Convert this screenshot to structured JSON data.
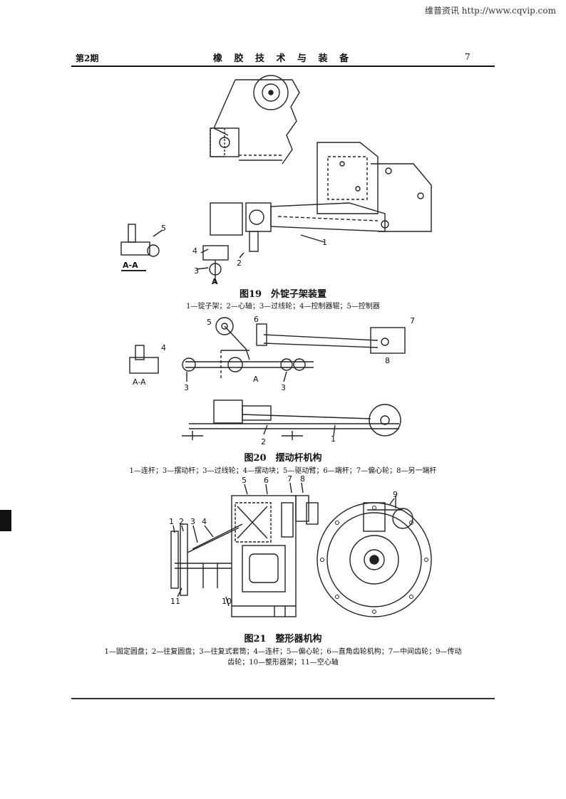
{
  "watermark": "维普资讯 http://www.cqvip.com",
  "header": {
    "issue": "第2期",
    "journal": "橡 胶 技 术 与 装 备",
    "page_number": "7"
  },
  "figures": [
    {
      "caption": "图19　外锭子架装置",
      "legend": "1—锭子架；2—心轴；3—过线轮；4—控制器辊；5—控制器",
      "labels": {
        "n1": "1",
        "n2": "2",
        "n3": "3",
        "n4": "4",
        "n5": "5",
        "sec": "A-A",
        "a": "A"
      }
    },
    {
      "caption": "图20　摆动杆机构",
      "legend": "1—连杆；3—摆动杆；3—过线轮；4—摆动块；5—驱动臂；6—端杆；7—偏心轮；8—另一端杆",
      "labels": {
        "n1": "1",
        "n2": "2",
        "n3": "3",
        "n4": "4",
        "n5": "5",
        "n6": "6",
        "n7": "7",
        "n8": "8",
        "sec": "A-A",
        "a": "A"
      }
    },
    {
      "caption": "图21　整形器机构",
      "legend_line1": "1—固定圆盘；2—往复圆盘；3—往复式套筒；4—连杆；5—偏心轮；6—直角齿轮机构；7—中间齿轮；9—传动",
      "legend_line2": "齿轮；10—整形器架；11—空心轴",
      "labels": {
        "n1": "1",
        "n2": "2",
        "n3": "3",
        "n4": "4",
        "n5": "5",
        "n6": "6",
        "n7": "7",
        "n8": "8",
        "n9": "9",
        "n10": "10",
        "n11": "11"
      }
    }
  ]
}
